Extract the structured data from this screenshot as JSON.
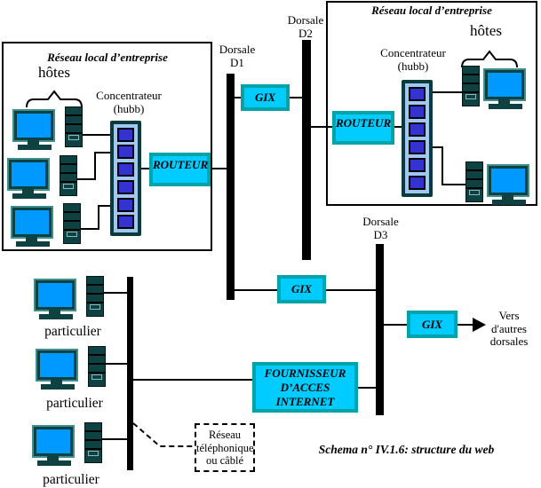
{
  "lan_left": {
    "title": "Réseau local d’entreprise",
    "hosts_label": "hôtes",
    "concentrator_line1": "Concentrateur",
    "concentrator_line2": "(hubb)",
    "router_label": "ROUTEUR"
  },
  "lan_right": {
    "title": "Réseau local d’entreprise",
    "hosts_label": "hôtes",
    "concentrator_line1": "Concentrateur",
    "concentrator_line2": "(hubb)",
    "router_label": "ROUTEUR"
  },
  "backbones": {
    "d1": {
      "name": "Dorsale",
      "id": "D1"
    },
    "d2": {
      "name": "Dorsale",
      "id": "D2"
    },
    "d3": {
      "name": "Dorsale",
      "id": "D3"
    }
  },
  "gix": {
    "label": "GIX"
  },
  "isp": {
    "line1": "FOURNISSEUR",
    "line2": "D’ACCES",
    "line3": "INTERNET"
  },
  "home_users": {
    "labels": [
      "particulier",
      "particulier",
      "particulier"
    ]
  },
  "phone_network": {
    "line1": "Réseau",
    "line2": "téléphonique",
    "line3": "ou câblé"
  },
  "other_backbones": {
    "line1": "Vers",
    "line2": "d'autres",
    "line3": "dorsales"
  },
  "caption": "Schema n° IV.1.6: structure du web",
  "colors": {
    "box_fill": "#00ccff",
    "box_border": "#00a3a8",
    "screen_blue": "#0099ff",
    "device_teal": "#0e4242",
    "hub_fill": "#9fc8f0",
    "hub_port_blue": "#3533cf",
    "line_black": "#000000"
  }
}
